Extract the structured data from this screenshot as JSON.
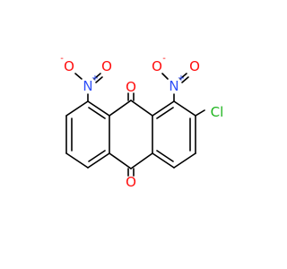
{
  "molecule": {
    "atoms": [
      {
        "id": "o9",
        "symbol": "O",
        "color": "#ff0d0d",
        "charge": ""
      },
      {
        "id": "o10",
        "symbol": "O",
        "color": "#ff0d0d",
        "charge": ""
      },
      {
        "id": "n1",
        "symbol": "N",
        "color": "#3050f8",
        "charge": "+"
      },
      {
        "id": "o1a",
        "symbol": "O",
        "color": "#ff0d0d",
        "charge": "-"
      },
      {
        "id": "o1b",
        "symbol": "O",
        "color": "#ff0d0d",
        "charge": ""
      },
      {
        "id": "n8",
        "symbol": "N",
        "color": "#3050f8",
        "charge": "+"
      },
      {
        "id": "o8a",
        "symbol": "O",
        "color": "#ff0d0d",
        "charge": "-"
      },
      {
        "id": "o8b",
        "symbol": "O",
        "color": "#ff0d0d",
        "charge": ""
      },
      {
        "id": "cl",
        "symbol": "Cl",
        "color": "#1fb51f",
        "charge": ""
      }
    ]
  }
}
